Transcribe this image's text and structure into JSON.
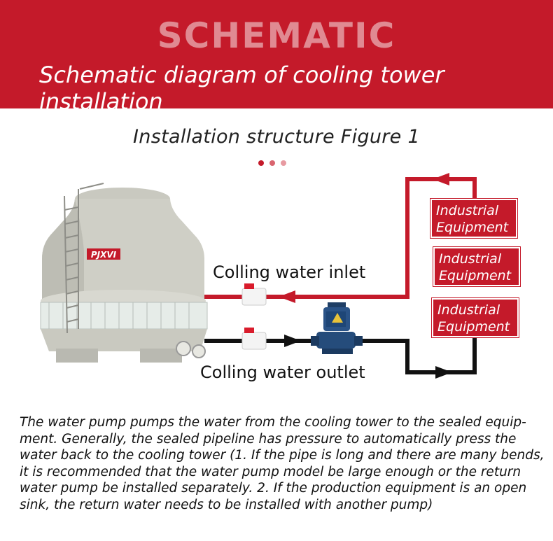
{
  "banner": {
    "title": "SCHEMATIC",
    "subtitle": "Schematic diagram of cooling tower installation"
  },
  "figure_title": "Installation structure Figure 1",
  "pagination_dots": [
    {
      "color": "#c41a2a",
      "active": true
    },
    {
      "color": "#d9656f",
      "active": false
    },
    {
      "color": "#e79aa1",
      "active": false
    }
  ],
  "diagram": {
    "tower_logo": "PJXVI",
    "inlet_label": "Colling water inlet",
    "outlet_label": "Colling water outlet",
    "equipment": [
      {
        "line1": "Industrial",
        "line2": "Equipment"
      },
      {
        "line1": "Industrial",
        "line2": "Equipment"
      },
      {
        "line1": "Industrial",
        "line2": "Equipment"
      }
    ],
    "colors": {
      "inlet_pipe": "#c41a2a",
      "outlet_pipe": "#111111",
      "accent": "#c41a2a"
    }
  },
  "description": "The water pump pumps the water from the cooling tower to the sealed equip-ment. Generally, the sealed pipeline has pressure to automatically press the water back to the cooling tower (1. If the pipe is long and there are many bends, it is recommended that the water pump model be large enough or the return water pump be installed separately. 2. If the production equipment is an open sink, the return water needs to be installed with another pump)"
}
